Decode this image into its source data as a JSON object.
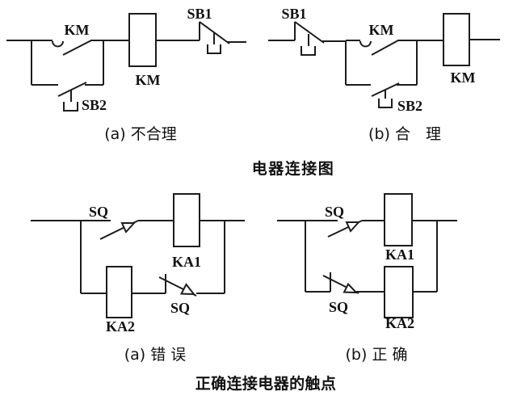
{
  "figure": {
    "background": "#ffffff",
    "line_color": "#1c1c1c",
    "captions": {
      "top_left": "(a) 不合理",
      "top_right": "(b) 合　理",
      "top_group": "电器连接图",
      "bottom_left": "(a) 错 误",
      "bottom_right": "(b) 正 确",
      "bottom_group": "正确连接电器的触点"
    },
    "diagrams": {
      "top_left": {
        "labels": {
          "km_contact": "KM",
          "km_coil": "KM",
          "sb1": "SB1",
          "sb2": "SB2"
        }
      },
      "top_right": {
        "labels": {
          "km_contact": "KM",
          "km_coil": "KM",
          "sb1": "SB1",
          "sb2": "SB2"
        }
      },
      "bottom_left": {
        "labels": {
          "sq_top": "SQ",
          "sq_bottom": "SQ",
          "ka1": "KA1",
          "ka2": "KA2"
        }
      },
      "bottom_right": {
        "labels": {
          "sq_top": "SQ",
          "sq_bottom": "SQ",
          "ka1": "KA1",
          "ka2": "KA2"
        }
      }
    }
  }
}
